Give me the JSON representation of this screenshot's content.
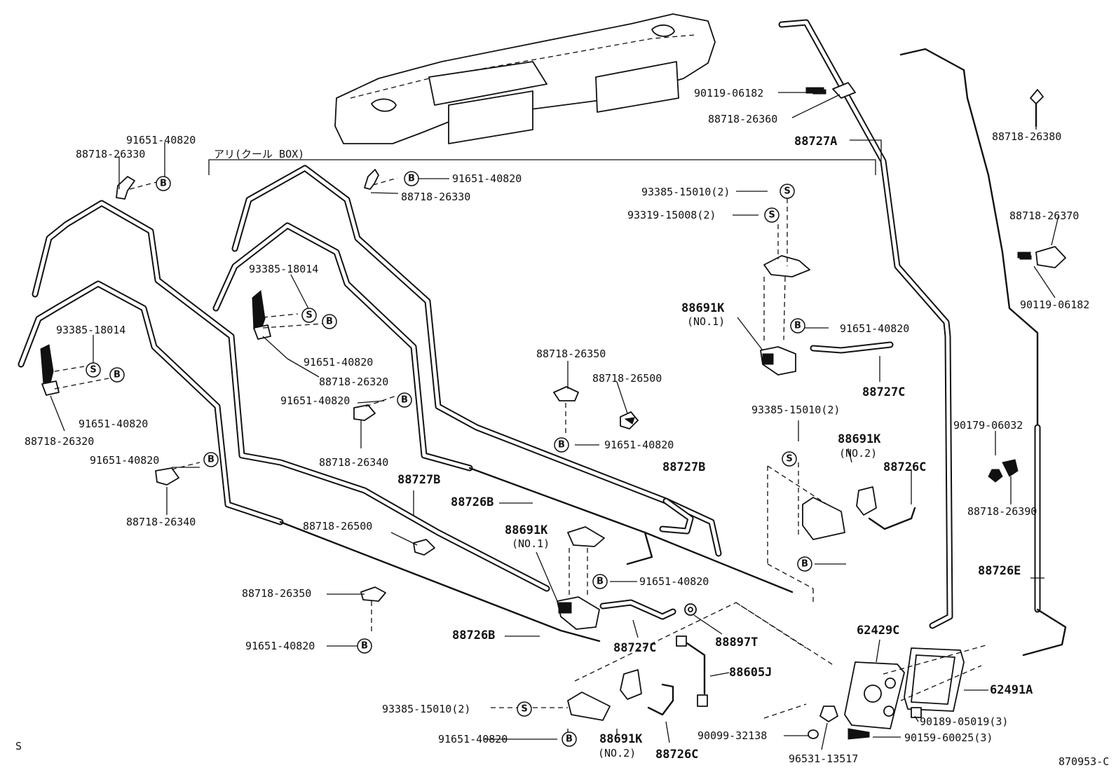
{
  "labels": {
    "p_91651_tl": "91651-40820",
    "p_88718_26330_tl": "88718-26330",
    "p_cool_box": "アリ(クール BOX)",
    "p_91651_tc": "91651-40820",
    "p_88718_26330_tc": "88718-26330",
    "p_90119_top": "90119-06182",
    "p_88718_26360": "88718-26360",
    "p_88727A": "88727A",
    "p_88718_26380": "88718-26380",
    "p_93385_15010_top": "93385-15010(2)",
    "p_93319_15008": "93319-15008(2)",
    "p_88718_26370": "88718-26370",
    "p_90119_right": "90119-06182",
    "p_93385_18014_a": "93385-18014",
    "p_91651_mid1": "91651-40820",
    "p_88718_26320_a": "88718-26320",
    "p_93385_18014_b": "93385-18014",
    "p_91651_left2": "91651-40820",
    "p_88718_26320_b": "88718-26320",
    "p_88691K_no1_top": "88691K",
    "p_no1_top": "(NO.1)",
    "p_91651_right1": "91651-40820",
    "p_88727C_right": "88727C",
    "p_88718_26350_top": "88718-26350",
    "p_88718_26500_top": "88718-26500",
    "p_91651_mid2": "91651-40820",
    "p_88718_26340_mid": "88718-26340",
    "p_91651_center": "91651-40820",
    "p_93385_15010_mid": "93385-15010(2)",
    "p_88691K_no2_right": "88691K",
    "p_no2_right": "(NO.2)",
    "p_88726C_right": "88726C",
    "p_90179": "90179-06032",
    "p_88718_26390": "88718-26390",
    "p_91651_left3": "91651-40820",
    "p_88718_26340_left": "88718-26340",
    "p_88727B_left": "88727B",
    "p_88726B_top": "88726B",
    "p_88727B_right": "88727B",
    "p_88718_26500_bot": "88718-26500",
    "p_88691K_no1_bot": "88691K",
    "p_no1_bot": "(NO.1)",
    "p_91651_right2": "91651-40820",
    "p_88726E": "88726E",
    "p_88718_26350_bot": "88718-26350",
    "p_91651_bot1": "91651-40820",
    "p_88726B_bot": "88726B",
    "p_88727C_bot": "88727C",
    "p_88897T": "88897T",
    "p_88605J": "88605J",
    "p_62429C": "62429C",
    "p_62491A": "62491A",
    "p_93385_15010_bot": "93385-15010(2)",
    "p_91651_bot2": "91651-40820",
    "p_88691K_no2_bot": "88691K",
    "p_no2_bot": "(NO.2)",
    "p_88726C_bot": "88726C",
    "p_90099": "90099-32138",
    "p_96531": "96531-13517",
    "p_90189": "90189-05019(3)",
    "p_90159": "90159-60025(3)",
    "corner_s": "S",
    "fig_code": "870953-C"
  },
  "symbols": {
    "bolt": "B",
    "screw": "S"
  }
}
